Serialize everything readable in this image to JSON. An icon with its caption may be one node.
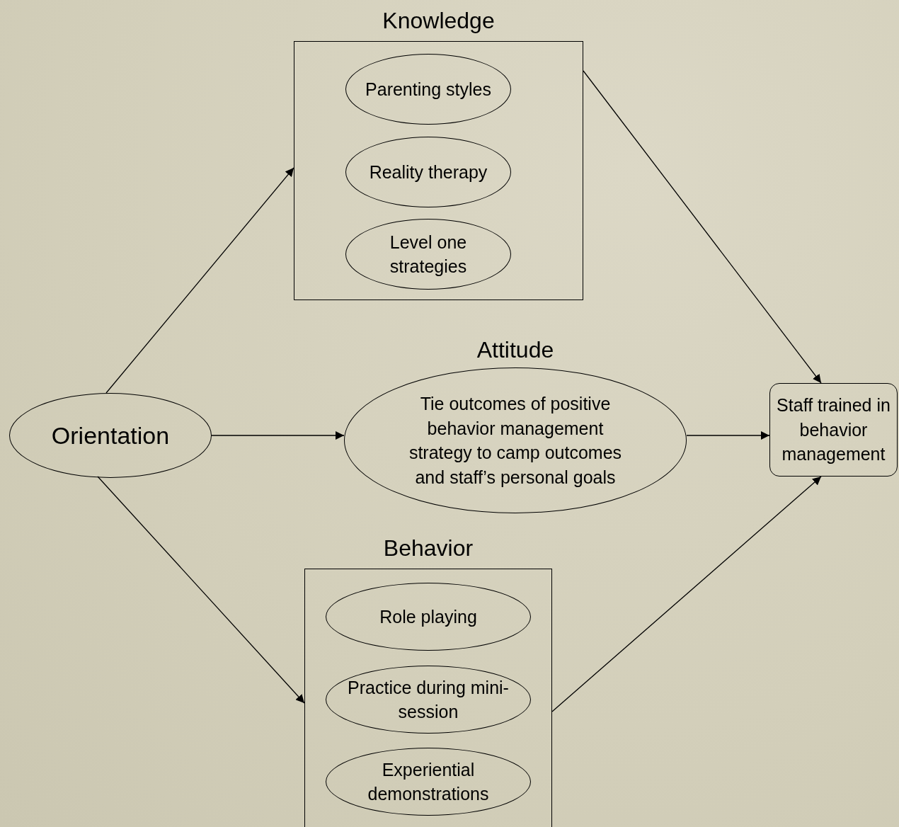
{
  "diagram": {
    "nodes": [
      {
        "text": [
          "Knowledge"
        ]
      },
      {
        "text": [
          "Parenting styles"
        ],
        "in": 0
      },
      {
        "text": [
          "Reality therapy"
        ],
        "in": 0
      },
      {
        "text": [
          "Level one strategies"
        ],
        "in": 0
      },
      {
        "text": [
          "Orientation"
        ]
      },
      {
        "text": [
          "Attitude",
          "Tie outcomes of positive behavior management strategy to camp outcomes and staff’s personal goals"
        ]
      },
      {
        "text": [
          "Staff trained in behavior management"
        ]
      },
      {
        "text": [
          "Behavior"
        ]
      },
      {
        "text": [
          "Role playing"
        ],
        "in": 7
      },
      {
        "text": [
          "Practice during mini-session"
        ],
        "in": 7
      },
      {
        "text": [
          "Experiential demonstrations"
        ],
        "in": 7
      }
    ],
    "edges": [
      {
        "from": 4,
        "to": 0,
        "arrow": "to"
      },
      {
        "from": 4,
        "to": 5,
        "arrow": "to"
      },
      {
        "from": 4,
        "to": 7,
        "arrow": "to"
      },
      {
        "from": 0,
        "to": 6,
        "arrow": "to"
      },
      {
        "from": 5,
        "to": 6,
        "arrow": "to"
      },
      {
        "from": 7,
        "to": 6,
        "arrow": "to"
      }
    ]
  }
}
